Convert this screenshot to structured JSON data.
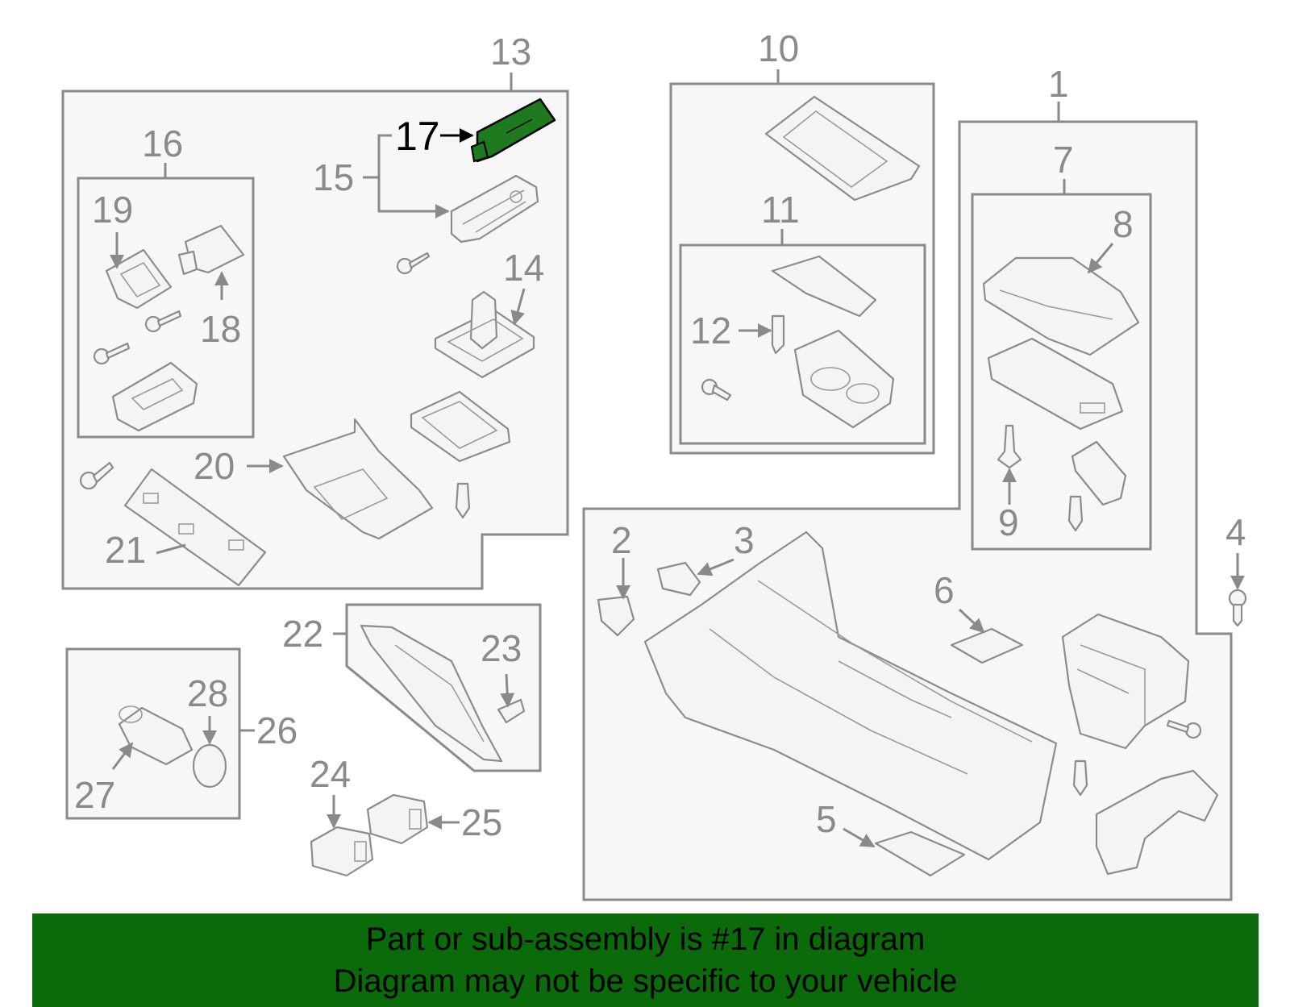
{
  "diagram": {
    "highlight_color": "#1f7a1f",
    "callouts": [
      "1",
      "2",
      "3",
      "4",
      "5",
      "6",
      "7",
      "8",
      "9",
      "10",
      "11",
      "12",
      "13",
      "14",
      "15",
      "16",
      "17",
      "18",
      "19",
      "20",
      "21",
      "22",
      "23",
      "24",
      "25",
      "26",
      "27",
      "28"
    ]
  },
  "banner": {
    "background": "#0b6b0b",
    "line1": "Part or sub-assembly is #17 in diagram",
    "line2": "Diagram may not be specific to your vehicle"
  }
}
